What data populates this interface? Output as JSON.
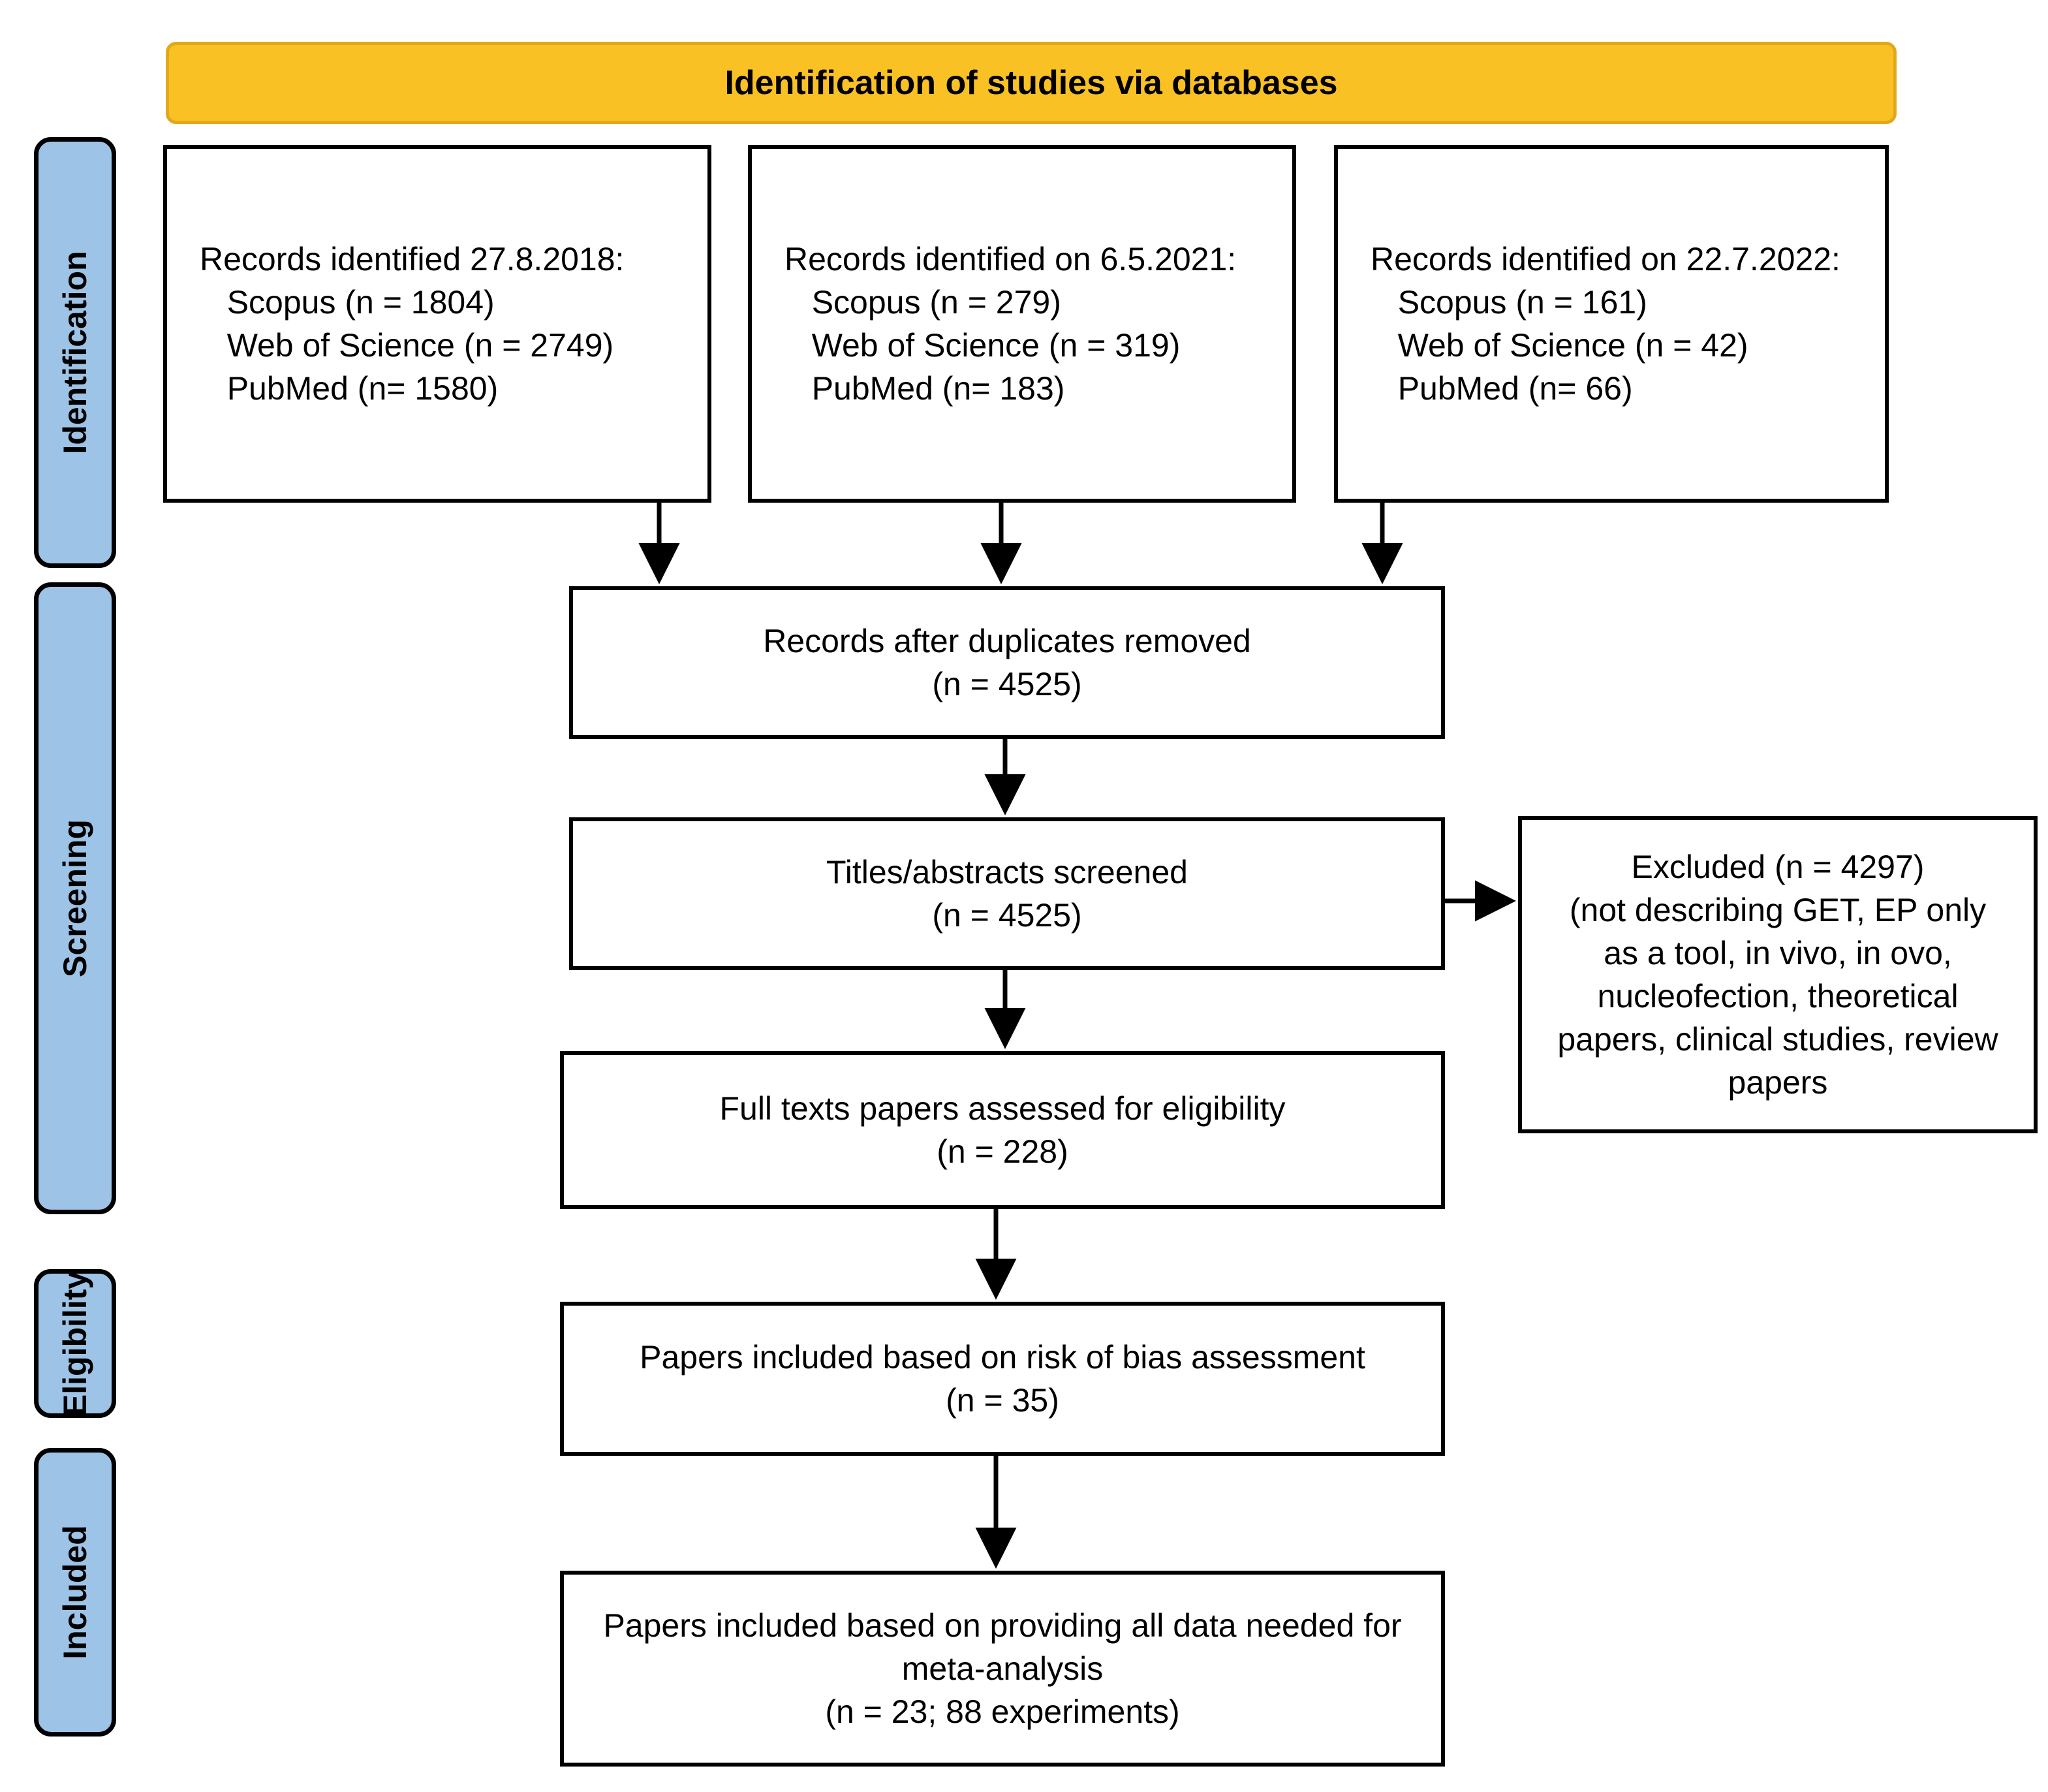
{
  "diagram": {
    "title": "PRISMA flow diagram",
    "banner": {
      "label": "Identification of studies via databases"
    },
    "stages": [
      {
        "id": "identification",
        "label": "Identification"
      },
      {
        "id": "screening",
        "label": "Screening"
      },
      {
        "id": "eligibility",
        "label": "Eligibility"
      },
      {
        "id": "included",
        "label": "Included"
      }
    ],
    "identification_boxes": [
      {
        "id": "records-2018",
        "heading": "Records identified 27.8.2018:",
        "lines": [
          "Scopus (n = 1804)",
          "Web of Science (n = 2749)",
          "PubMed (n= 1580)"
        ],
        "text": "Records identified 27.8.2018:\n   Scopus (n = 1804)\n   Web of Science (n = 2749)\n   PubMed (n= 1580)"
      },
      {
        "id": "records-2021",
        "heading": "Records identified on 6.5.2021:",
        "lines": [
          "Scopus (n = 279)",
          "Web of Science (n = 319)",
          "PubMed (n= 183)"
        ],
        "text": "Records identified on 6.5.2021:\n   Scopus (n = 279)\n   Web of Science (n = 319)\n   PubMed (n= 183)"
      },
      {
        "id": "records-2022",
        "heading": "Records identified on 22.7.2022:",
        "lines": [
          "Scopus (n = 161)",
          "Web of Science (n = 42)",
          "PubMed (n= 66)"
        ],
        "text": "Records identified on 22.7.2022:\n   Scopus (n = 161)\n   Web of Science (n = 42)\n   PubMed (n= 66)"
      }
    ],
    "flow_boxes": {
      "duplicates_removed": {
        "id": "duplicates-removed",
        "label": "Records after duplicates removed",
        "count_label": "(n = 4525)",
        "text": "Records after duplicates removed\n(n = 4525)"
      },
      "screened": {
        "id": "titles-abstracts-screened",
        "label": "Titles/abstracts screened",
        "count_label": "(n = 4525)",
        "text": "Titles/abstracts screened\n(n = 4525)"
      },
      "excluded": {
        "id": "excluded",
        "label": "Excluded (n = 4297)",
        "reasons": "(not describing GET, EP only as a tool, in vivo, in ovo, nucleofection, theoretical papers, clinical studies, review papers",
        "text": "Excluded (n = 4297)\n(not describing GET, EP only\nas a tool, in vivo, in ovo,\nnucleofection, theoretical\npapers, clinical studies, review\npapers"
      },
      "full_texts": {
        "id": "full-texts-assessed",
        "label": "Full texts papers assessed for eligibility",
        "count_label": "(n = 228)",
        "text": "Full texts papers assessed for eligibility\n(n = 228)"
      },
      "risk_of_bias": {
        "id": "included-risk-of-bias",
        "label": "Papers included based on risk of bias assessment",
        "count_label": "(n = 35)",
        "text": "Papers included based on risk of bias assessment\n(n = 35)"
      },
      "meta_analysis": {
        "id": "included-meta-analysis",
        "label": "Papers included based on providing all data needed for meta-analysis",
        "count_label": "(n = 23; 88 experiments)",
        "text": "Papers included based on providing all data needed for\nmeta-analysis\n(n = 23; 88 experiments)"
      }
    },
    "colors": {
      "stage_fill": "#9DC3E6",
      "banner_fill": "#FAC124",
      "banner_border": "#E0A91C",
      "box_border": "#000000",
      "box_fill": "#FFFFFF",
      "text": "#000000"
    }
  }
}
